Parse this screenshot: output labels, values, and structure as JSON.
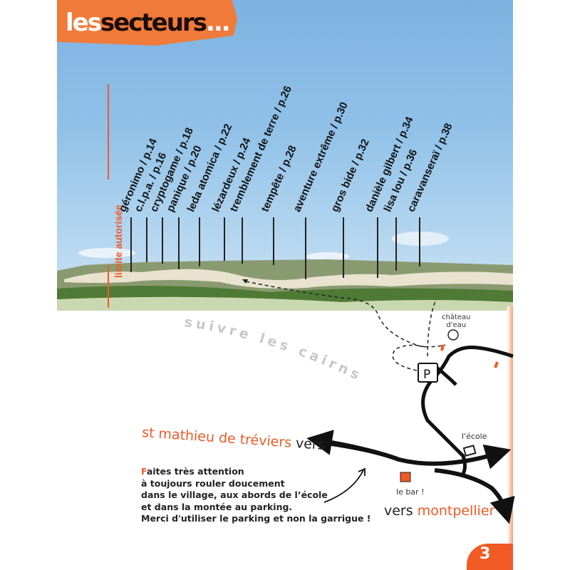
{
  "header": {
    "title_light": "les",
    "title_dark": "secteurs",
    "title_dots": "..."
  },
  "limit_label": "limite autorisée",
  "sectors": [
    {
      "label": "géronimo / p.14"
    },
    {
      "label": "c.l.p.a. / p.16"
    },
    {
      "label": "cryptogame / p.18"
    },
    {
      "label": "panique / p.20"
    },
    {
      "label": "leda atomica / p.22"
    },
    {
      "label": "lézardeux / p.24"
    },
    {
      "label": "tremblement de terre / p.26"
    },
    {
      "label": "tempête / p.28"
    },
    {
      "label": "aventure extrême / p.30"
    },
    {
      "label": "gros bide / p.32"
    },
    {
      "label": "danièle gilbert / p.34"
    },
    {
      "label": "lisa lou / p.36"
    },
    {
      "label": "caravanseraï / p.38"
    }
  ],
  "map": {
    "trail_label": "suivre les cairns",
    "parking": "P",
    "chateau": [
      "château",
      "d'eau"
    ],
    "ecole": "l'école",
    "bar": "le bar !",
    "west_town": "st mathieu de tréviers",
    "west_vers": "vers",
    "south_vers": "vers",
    "south_town": "montpellier"
  },
  "note": {
    "initial": "F",
    "lines": [
      "aites très attention",
      "à toujours rouler doucement",
      "dans le village, aux abords de l’école",
      "et dans la montée au parking.",
      "Merci d'utiliser le parking et non la garrigue !"
    ]
  },
  "page_number": "3",
  "colors": {
    "accent": "#f05a24",
    "title_bg": "#f07a3a"
  }
}
